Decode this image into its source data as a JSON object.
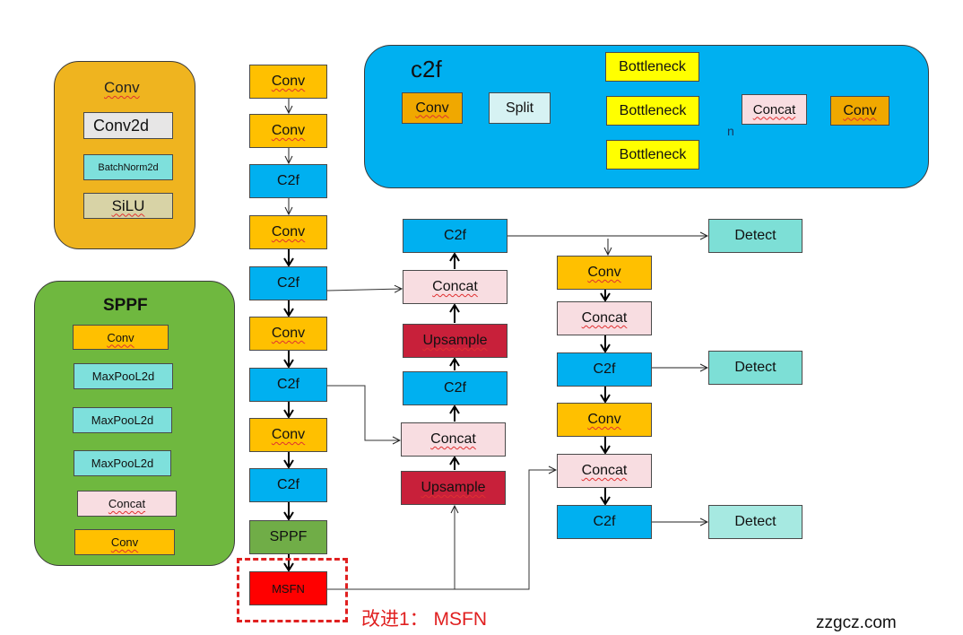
{
  "conv_panel": {
    "title": "Conv",
    "blocks": [
      "Conv2d",
      "BatchNorm2d",
      "SiLU"
    ]
  },
  "sppf_panel": {
    "title": "SPPF",
    "blocks": [
      "Conv",
      "MaxPooL2d",
      "MaxPooL2d",
      "MaxPooL2d",
      "Concat",
      "Conv"
    ]
  },
  "c2f_panel": {
    "title": "c2f",
    "conv_in": "Conv",
    "split": "Split",
    "bottlenecks": [
      "Bottleneck",
      "Bottleneck",
      "Bottleneck"
    ],
    "n_label": "n",
    "concat": "Concat",
    "conv_out": "Conv"
  },
  "backbone": [
    "Conv",
    "Conv",
    "C2f",
    "Conv",
    "C2f",
    "Conv",
    "C2f",
    "Conv",
    "C2f",
    "SPPF",
    "MSFN"
  ],
  "neck_up": [
    "C2f",
    "Concat",
    "Upsample",
    "C2f",
    "Concat",
    "Upsample"
  ],
  "neck_down": [
    "Conv",
    "Concat",
    "C2f",
    "Conv",
    "Concat",
    "C2f"
  ],
  "detect": [
    "Detect",
    "Detect",
    "Detect"
  ],
  "annotation": {
    "improvement": "改进1：  MSFN",
    "accent_color": "#e02020"
  },
  "watermark": "zzgcz.com"
}
